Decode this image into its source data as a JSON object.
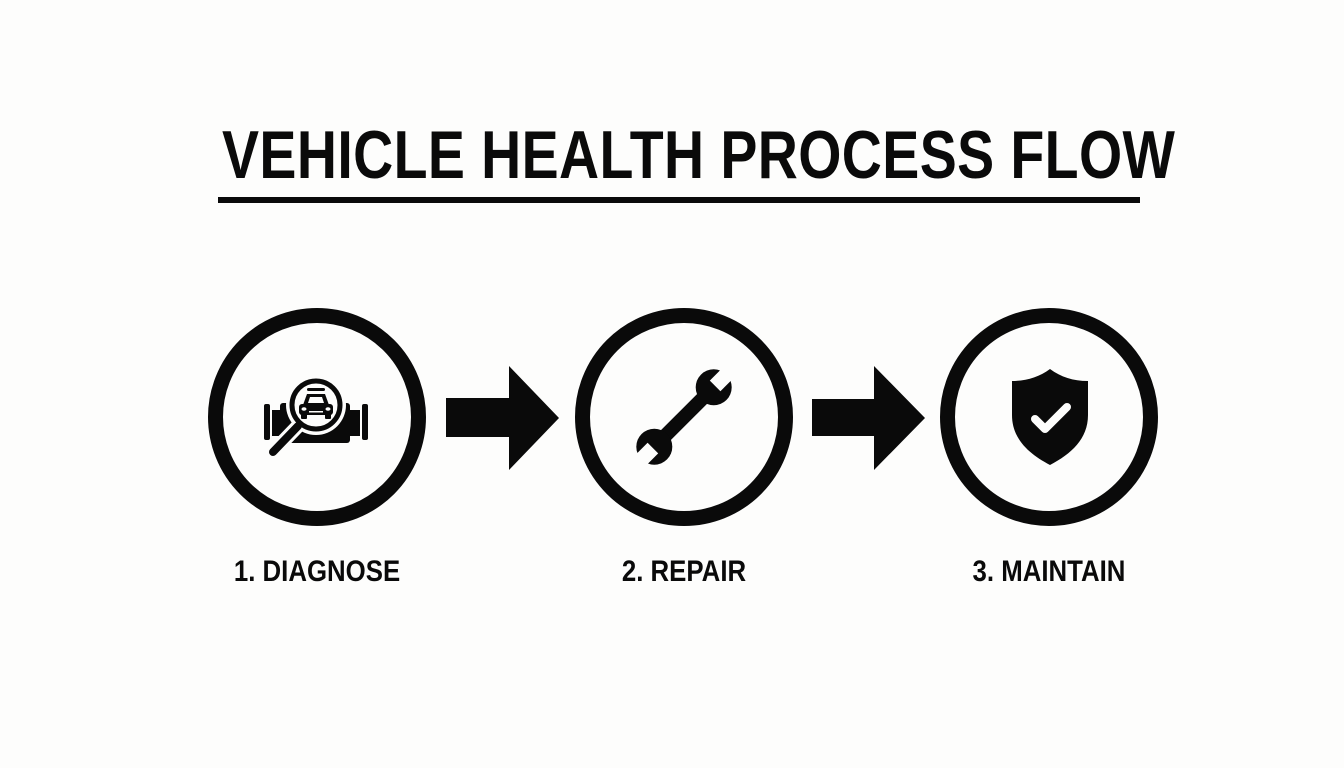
{
  "diagram": {
    "title": "VEHICLE HEALTH PROCESS FLOW",
    "colors": {
      "background": "#fdfdfc",
      "ink": "#0a0a0a"
    },
    "steps": [
      {
        "number": 1,
        "label": "1. DIAGNOSE",
        "icon": "engine-magnifier-car-icon"
      },
      {
        "number": 2,
        "label": "2. REPAIR",
        "icon": "wrench-icon"
      },
      {
        "number": 3,
        "label": "3. MAINTAIN",
        "icon": "shield-check-icon"
      }
    ],
    "connectors": [
      {
        "from": 1,
        "to": 2,
        "icon": "right-arrow-icon"
      },
      {
        "from": 2,
        "to": 3,
        "icon": "right-arrow-icon"
      }
    ]
  }
}
